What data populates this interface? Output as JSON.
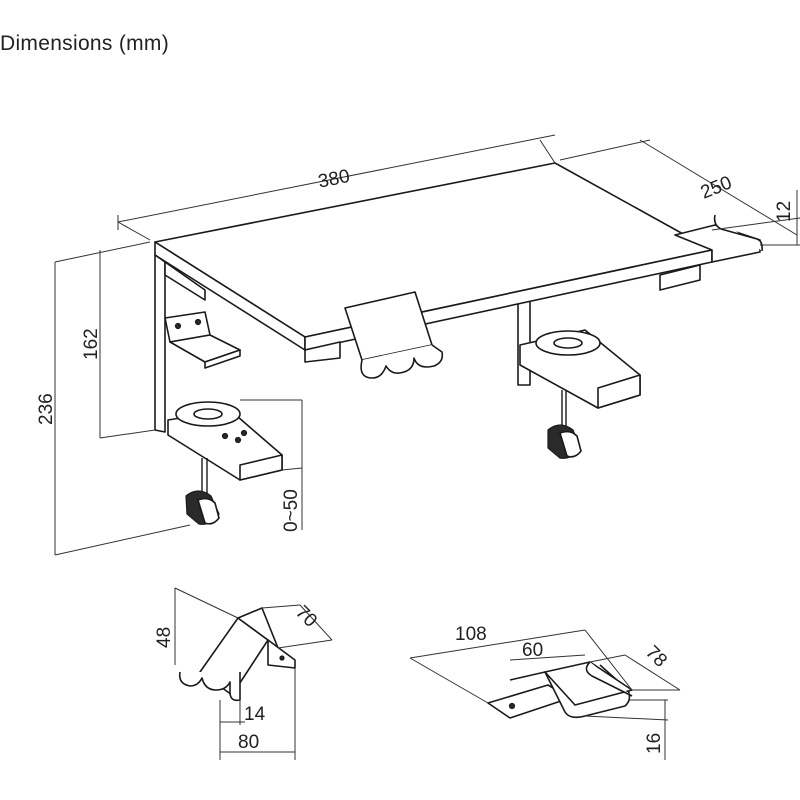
{
  "title": "Dimensions (mm)",
  "dimensions": {
    "shelf_width": "380",
    "shelf_depth": "250",
    "shelf_thickness": "12",
    "upper_height": "162",
    "total_height": "236",
    "clamp_range": "0~50",
    "holder_height": "48",
    "holder_depth": "70",
    "holder_slot": "14",
    "holder_width": "80",
    "tray_length": "108",
    "tray_inner": "60",
    "tray_width": "78",
    "tray_height": "16"
  }
}
